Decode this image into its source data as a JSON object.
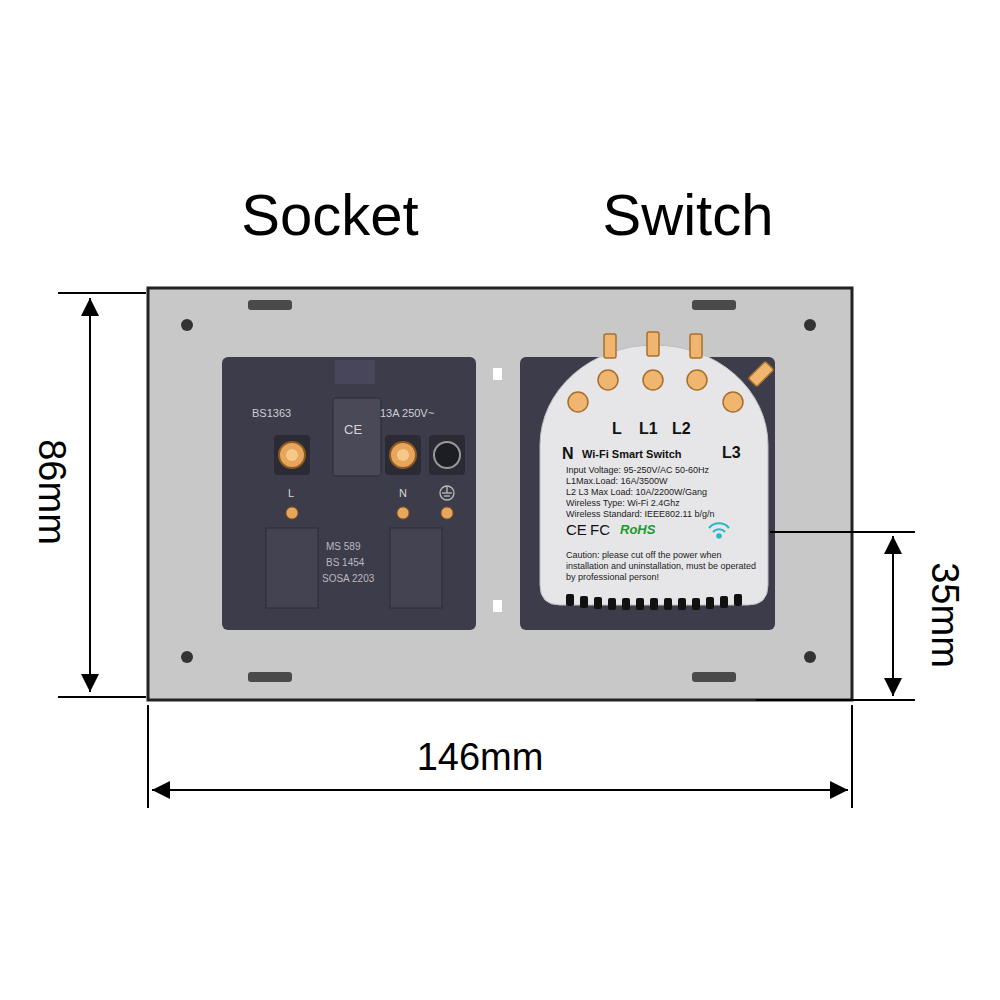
{
  "diagram": {
    "nodes": [
      {
        "text": [
          "BS1363",
          "CE",
          "13A 250V~",
          "L",
          "N",
          "MS 589",
          "BS 1454",
          "SOSA 2203"
        ]
      },
      {
        "text": [
          "L",
          "L1",
          "L2",
          "N",
          "Wi-Fi Smart Switch",
          "L3",
          "Input Voltage: 95-250V/AC 50-60Hz",
          "L1Max.Load: 16A/3500W",
          "L2 L3 Max Load: 10A/2200W/Gang",
          "Wireless Type: Wi-Fi 2.4Ghz",
          "Wireless Standard: IEEE802.11 b/g/n",
          "CE",
          "FC",
          "RoHS",
          "Caution: please cut off the power when installation and uninstallation, must be operated by professional person!"
        ]
      }
    ],
    "labels": [
      "Socket",
      "Switch",
      "86mm",
      "146mm",
      "35mm"
    ]
  }
}
